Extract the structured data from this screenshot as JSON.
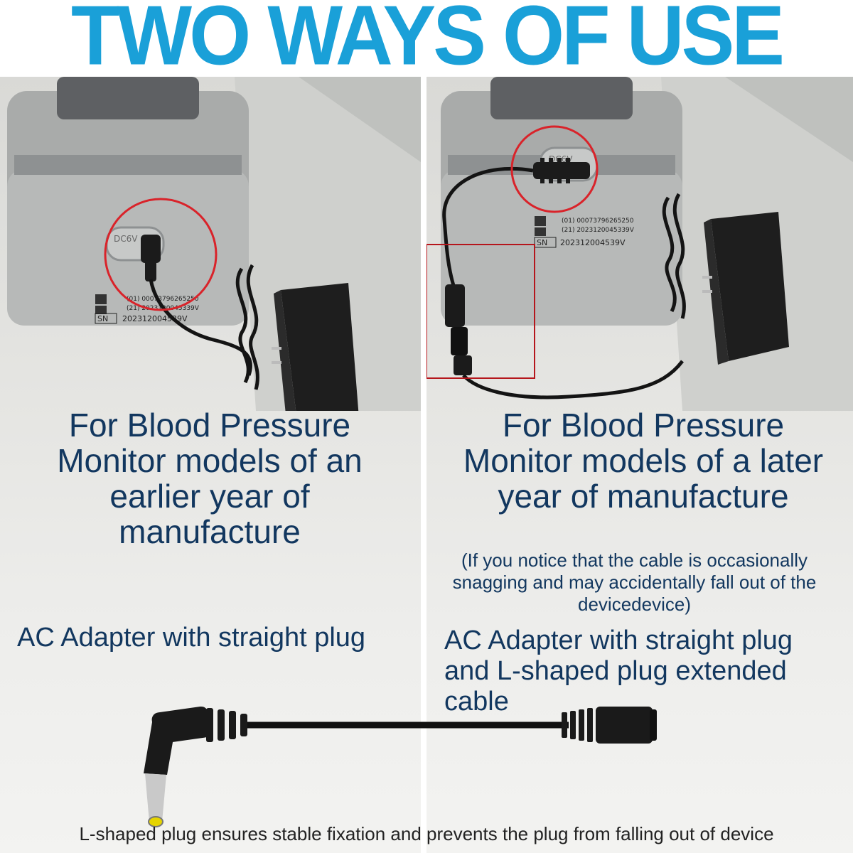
{
  "title": "TWO WAYS OF USE",
  "left": {
    "device_label": "DC6V",
    "barcode_line1": "(01) 00073796265250",
    "barcode_line2": "(21) 2023120045339V",
    "sn_label": "SN",
    "sn_value": "202312004539V",
    "caption": "For Blood Pressure Monitor models of an earlier year of manufacture",
    "adapter": "AC Adapter with straight plug"
  },
  "right": {
    "device_label": "DC6V",
    "barcode_line1": "(01) 00073796265250",
    "barcode_line2": "(21) 2023120045339V",
    "sn_label": "SN",
    "sn_value": "202312004539V",
    "caption": "For Blood Pressure Monitor models of a later year of manufacture",
    "note": "(If you notice that the cable is occasionally snagging and may accidentally fall out of the devicedevice)",
    "adapter": "AC Adapter with straight plug and L-shaped plug extended cable"
  },
  "footer": "L-shaped plug ensures stable fixation and prevents the plug from falling out of device",
  "colors": {
    "title": "#1aa0d8",
    "caption": "#12375f",
    "highlight_circle": "#d9232a",
    "highlight_box": "#b5161c"
  }
}
